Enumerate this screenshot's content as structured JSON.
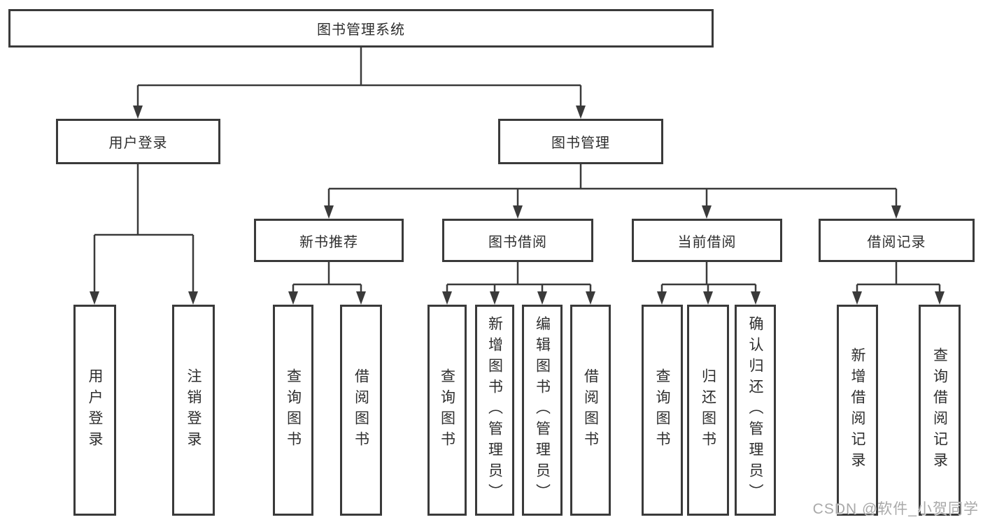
{
  "nodes": {
    "root": "图书管理系统",
    "user_login": "用户登录",
    "book_management": "图书管理",
    "new_book_recommend": "新书推荐",
    "book_borrow": "图书借阅",
    "current_borrow": "当前借阅",
    "borrow_records": "借阅记录",
    "leaf_user_login": "用户登录",
    "leaf_logout": "注销登录",
    "leaf_nbr_query": "查询图书",
    "leaf_nbr_borrow": "借阅图书",
    "leaf_bb_query": "查询图书",
    "leaf_bb_add": "新增图书（管理员）",
    "leaf_bb_edit": "编辑图书（管理员）",
    "leaf_bb_borrow": "借阅图书",
    "leaf_cb_query": "查询图书",
    "leaf_cb_return": "归还图书",
    "leaf_cb_confirm": "确认归还（管理员）",
    "leaf_br_add": "新增借阅记录",
    "leaf_br_query": "查询借阅记录"
  },
  "watermark": {
    "text": "CSDN @软件_小贺同学"
  },
  "colors": {
    "line": "#3a3a3a",
    "box-border": "#3a3a3a",
    "box-fill": "#ffffff",
    "text": "#2e2e2e",
    "watermark": "#a9a9a9",
    "background": "#ffffff"
  }
}
